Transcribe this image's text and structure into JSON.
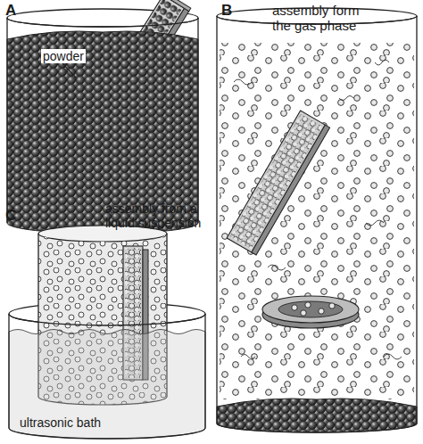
{
  "diagram": {
    "labels": [
      "A",
      "powder",
      "B",
      "assembly form the gas phase",
      "C",
      "assembly from a liquid suspension",
      "ultrasonic bath"
    ]
  }
}
